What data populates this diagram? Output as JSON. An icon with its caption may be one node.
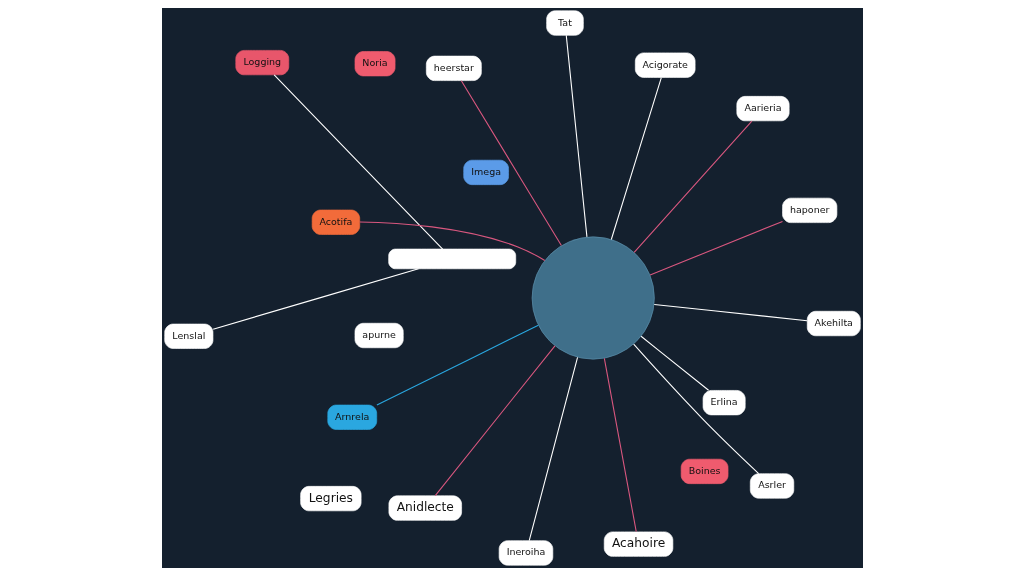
{
  "diagram": {
    "nodes": [
      {
        "text": [],
        "shape": "circle"
      },
      {
        "text": [],
        "shape": "box"
      },
      {
        "text": [
          "Ineroiha"
        ]
      },
      {
        "text": [
          "heerstar"
        ]
      },
      {
        "text": [
          "Acigorate"
        ]
      },
      {
        "text": [
          "Logging"
        ]
      },
      {
        "text": [
          "Lenslal"
        ]
      },
      {
        "text": [
          "Akehilta"
        ]
      },
      {
        "text": [
          "Arnrela"
        ]
      },
      {
        "text": [
          "Acahoire"
        ]
      },
      {
        "text": [
          "Imega"
        ]
      },
      {
        "text": [
          "Anidlecte"
        ]
      },
      {
        "text": [
          "apurne"
        ]
      },
      {
        "text": [
          "Legries"
        ]
      },
      {
        "text": [
          "Boines"
        ]
      },
      {
        "text": [
          "Acotifa"
        ]
      },
      {
        "text": [
          "Noria"
        ]
      },
      {
        "text": [
          "haponer"
        ]
      },
      {
        "text": [
          "Aarieria"
        ]
      },
      {
        "text": [
          "Tat"
        ]
      },
      {
        "text": [
          "Erlina"
        ]
      },
      {
        "text": [
          "Asrler"
        ]
      }
    ],
    "edges": [
      {
        "from": 2,
        "to": 0,
        "arrow": "none"
      },
      {
        "from": 3,
        "to": 0,
        "arrow": "none",
        "color": "#d9577f"
      },
      {
        "from": 4,
        "to": 0,
        "arrow": "none"
      },
      {
        "from": 5,
        "to": 1,
        "arrow": "none"
      },
      {
        "from": 6,
        "to": 1,
        "arrow": "none"
      },
      {
        "from": 7,
        "to": 0,
        "arrow": "none"
      },
      {
        "from": 8,
        "to": 0,
        "arrow": "none",
        "color": "#2aa7e0"
      },
      {
        "from": 9,
        "to": 0,
        "arrow": "none",
        "color": "#d9577f"
      },
      {
        "from": 11,
        "to": 0,
        "arrow": "none",
        "color": "#d9577f"
      },
      {
        "from": 15,
        "to": 0,
        "arrow": "none",
        "color": "#d9577f"
      },
      {
        "from": 17,
        "to": 0,
        "arrow": "none",
        "color": "#d9577f"
      },
      {
        "from": 18,
        "to": 0,
        "arrow": "none",
        "color": "#d9577f"
      },
      {
        "from": 19,
        "to": 0,
        "arrow": "none"
      },
      {
        "from": 20,
        "to": 0,
        "arrow": "none"
      },
      {
        "from": 21,
        "to": 0,
        "arrow": "none"
      }
    ]
  }
}
